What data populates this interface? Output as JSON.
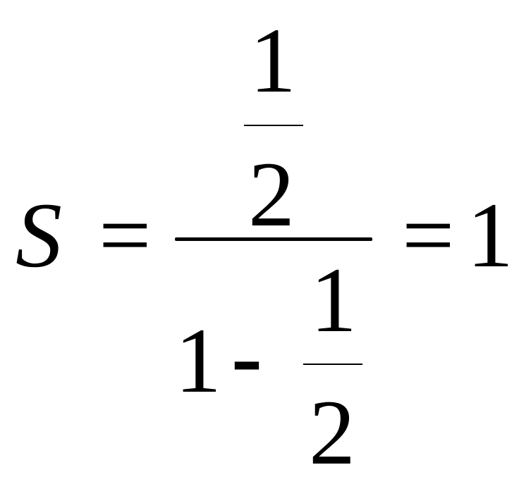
{
  "equation": {
    "lhs_variable": "S",
    "equals_1": "=",
    "numerator": {
      "top": "1",
      "bottom": "2"
    },
    "denominator": {
      "whole": "1",
      "minus": "-",
      "fraction_top": "1",
      "fraction_bottom": "2"
    },
    "equals_2": "=",
    "result": "1"
  },
  "colors": {
    "ink": "#000000",
    "background": "#ffffff"
  }
}
